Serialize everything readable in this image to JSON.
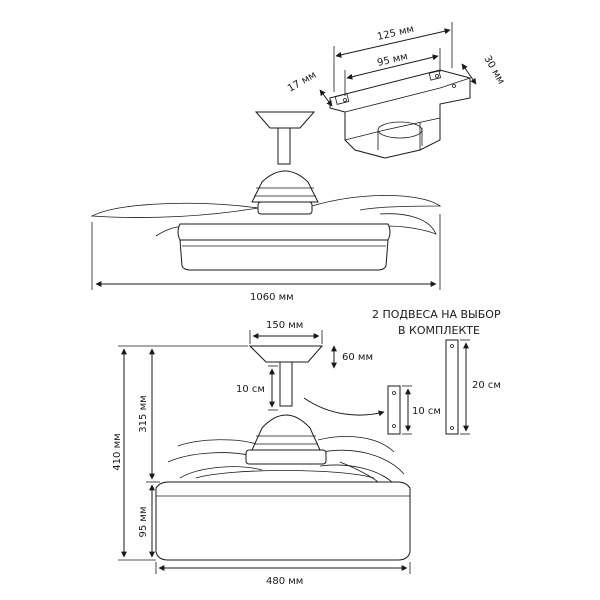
{
  "dimensions": {
    "bracket_length": "125 мм",
    "bracket_inner": "95 мм",
    "bracket_height": "17 мм",
    "bracket_width": "30 мм",
    "blade_span": "1060 мм",
    "canopy_diameter": "150 мм",
    "canopy_height": "60 мм",
    "downrod_length": "10 см",
    "total_height": "410 мм",
    "height_from_canopy": "315 мм",
    "body_height": "95 мм",
    "body_diameter": "480 мм",
    "rod_short": "10 см",
    "rod_long": "20 см"
  },
  "note": {
    "line1": "2 ПОДВЕСА НА ВЫБОР",
    "line2": "В КОМПЛЕКТЕ"
  }
}
